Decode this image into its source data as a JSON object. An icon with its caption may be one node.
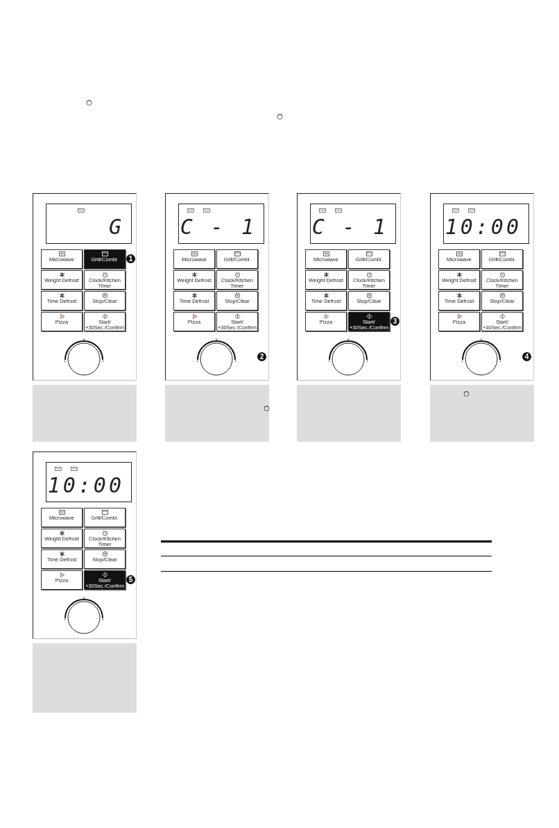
{
  "diagram": {
    "labels": [
      "G",
      "Microwave",
      "Grill/Combi.",
      "Weight Defrost",
      "Clock/Kitchen Timer",
      "Time Defrost",
      "Stop/Clear",
      "Pizza",
      "Start/ +30Sec./Confirm",
      "1",
      "C - 1",
      "Microwave",
      "Grill/Combi.",
      "Weight Defrost",
      "Clock/Kitchen Timer",
      "Time Defrost",
      "Stop/Clear",
      "Pizza",
      "Start/ +30Sec./Confirm",
      "2",
      "C - 1",
      "Microwave",
      "Grill/Combi.",
      "Weight Defrost",
      "Clock/Kitchen Timer",
      "Time Defrost",
      "Stop/Clear",
      "Pizza",
      "Start/ +30Sec./Confirm",
      "3",
      "10:00",
      "Microwave",
      "Grill/Combi.",
      "Weight Defrost",
      "Clock/Kitchen Timer",
      "Time Defrost",
      "Stop/Clear",
      "Pizza",
      "Start/ +30Sec./Confirm",
      "4",
      "10:00",
      "Microwave",
      "Grill/Combi.",
      "Weight Defrost",
      "Clock/Kitchen Timer",
      "Time Defrost",
      "Stop/Clear",
      "Pizza",
      "Start/ +30Sec./Confirm",
      "5"
    ]
  }
}
